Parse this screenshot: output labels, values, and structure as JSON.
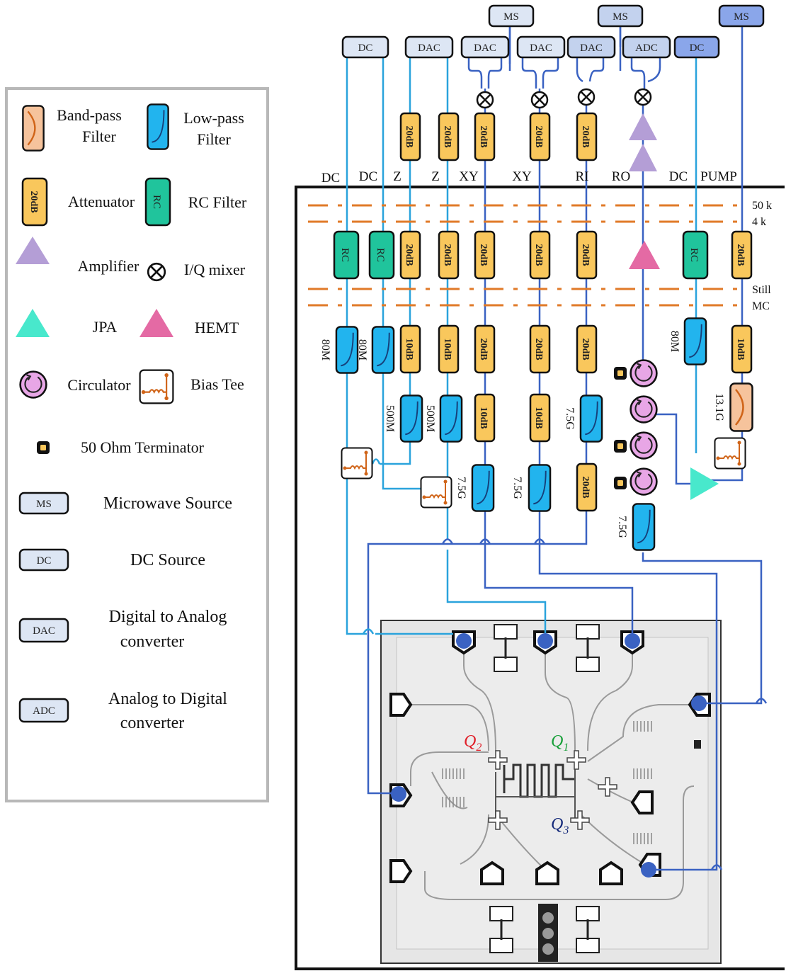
{
  "colors": {
    "line_light": "#2aa3dc",
    "line_dark": "#3a62c2",
    "attenuator": "#f9c75c",
    "rc_filter": "#20c49c",
    "low_pass": "#22b4ee",
    "band_pass": "#f6c39c",
    "amplifier": "#b49ed6",
    "jpa": "#48e8cc",
    "hemt": "#e46aa4",
    "circulator": "#e8a6e6",
    "source_light": "#dde6f4",
    "source_mid": "#c3d2ee",
    "source_dark": "#8aa6ea",
    "stage_line": "#e07a28",
    "q1": "#19a03a",
    "q2": "#e0202a",
    "q3": "#152a7a"
  },
  "legend": {
    "band_pass": [
      "Band-pass",
      "Filter"
    ],
    "low_pass": [
      "Low-pass",
      "Filter"
    ],
    "attenuator": "Attenuator",
    "attenuator_icon": "20dB",
    "rc_filter": "RC Filter",
    "rc_icon": "RC",
    "amplifier": "Amplifier",
    "iq_mixer": "I/Q mixer",
    "jpa": "JPA",
    "hemt": "HEMT",
    "circulator": "Circulator",
    "bias_tee": "Bias Tee",
    "terminator": "50 Ohm Terminator",
    "ms_icon": "MS",
    "ms": "Microwave Source",
    "dc_icon": "DC",
    "dc": "DC Source",
    "dac_icon": "DAC",
    "dac": [
      "Digital to Analog",
      "converter"
    ],
    "adc_icon": "ADC",
    "adc": [
      "Analog to Digital",
      "converter"
    ]
  },
  "sources": {
    "ms": [
      "MS",
      "MS",
      "MS"
    ],
    "row": [
      "DC",
      "DAC",
      "DAC",
      "DAC",
      "DAC",
      "ADC",
      "DC"
    ]
  },
  "line_labels": [
    "DC",
    "DC",
    "Z",
    "Z",
    "XY",
    "XY",
    "RI",
    "RO",
    "DC",
    "PUMP"
  ],
  "stages": [
    "50 k",
    "4 k",
    "Still",
    "MC"
  ],
  "components": {
    "att20": "20dB",
    "att10": "10dB",
    "rc": "RC",
    "lp80": "80M",
    "lp500": "500M",
    "lp75": "7.5G",
    "bp": "13.1G"
  },
  "qubits": {
    "q1": {
      "sym": "Q",
      "sub": "1"
    },
    "q2": {
      "sym": "Q",
      "sub": "2"
    },
    "q3": {
      "sym": "Q",
      "sub": "3"
    }
  }
}
